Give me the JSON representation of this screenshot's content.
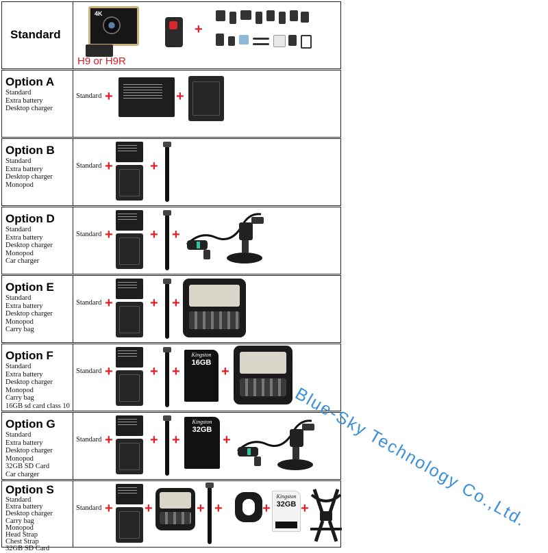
{
  "standard": {
    "title": "Standard",
    "camera_badge": "4K",
    "model_caption": "H9 or H9R"
  },
  "standard_word": "Standard",
  "plus_sign": "+",
  "options": [
    {
      "title": "Option A",
      "items": [
        "Standard",
        "Extra battery",
        "Desktop charger"
      ]
    },
    {
      "title": "Option B",
      "items": [
        "Standard",
        "Extra battery",
        "Desktop charger",
        "Monopod"
      ]
    },
    {
      "title": "Option D",
      "items": [
        "Standard",
        "Extra battery",
        "Desktop charger",
        "Monopod",
        "Car charger"
      ]
    },
    {
      "title": "Option E",
      "items": [
        "Standard",
        "Extra battery",
        "Desktop charger",
        "Monopod",
        "Carry bag"
      ]
    },
    {
      "title": "Option F",
      "items": [
        "Standard",
        "Extra battery",
        "Desktop charger",
        "Monopod",
        "Carry bag",
        "16GB sd card class 10"
      ]
    },
    {
      "title": "Option G",
      "items": [
        "Standard",
        "Extra battery",
        "Desktop charger",
        "Monopod",
        "32GB SD Card",
        "Car charger"
      ]
    },
    {
      "title": "Option S",
      "items": [
        "Standard",
        "Extra battery",
        "Desktop charger",
        "Carry bag",
        "Monopod",
        "Head Strap",
        "Chest Strap",
        "32GB SD Card"
      ]
    }
  ],
  "sd_cards": {
    "brand": "Kingston",
    "f_capacity": "16GB",
    "g_capacity": "32GB",
    "s_capacity": "32GB"
  },
  "watermark": "Blue-Sky Technology Co.,Ltd.",
  "colors": {
    "plus": "#e31e24",
    "watermark": "#3b8fd9",
    "caption": "#d0202a"
  }
}
